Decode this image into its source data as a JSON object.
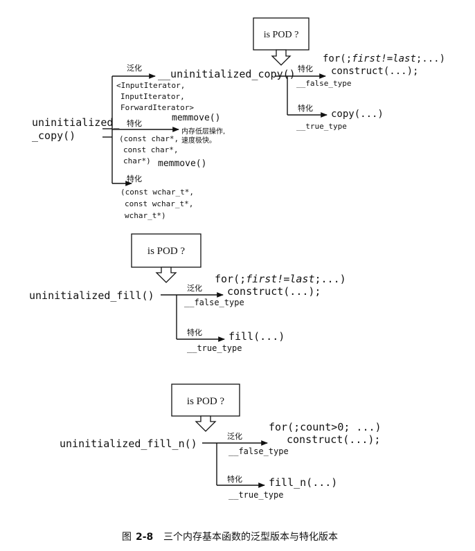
{
  "diagram_copy": {
    "is_pod": "is POD ?",
    "func_line1": "uninitialized_",
    "func_line2": "_copy()",
    "generalize_label": "泛化",
    "generic_func": "__uninitialized_copy()",
    "template_params": [
      "<InputIterator,",
      "InputIterator,",
      "ForwardIterator>"
    ],
    "false_label": "特化",
    "false_code_line1_a": "for(;",
    "false_code_line1_b": "first!=last",
    "false_code_line1_c": ";...)",
    "false_code_line2": "construct(...);",
    "false_type": "__false_type",
    "true_label": "特化",
    "true_code": "copy(...)",
    "true_type": "__true_type",
    "spec1_label": "特化",
    "memmove_top": "memmove()",
    "memmove_note_line1": "内存低层操作,",
    "memmove_note_line2": "速度极快。",
    "spec1_params": [
      "(const char*,",
      "const char*,",
      "char*)"
    ],
    "memmove_bottom": "memmove()",
    "spec2_label": "特化",
    "spec2_params": [
      "(const wchar_t*,",
      "const wchar_t*,",
      "wchar_t*)"
    ]
  },
  "diagram_fill": {
    "is_pod": "is POD ?",
    "func": "uninitialized_fill()",
    "false_label": "泛化",
    "false_code_line1_a": "for(;",
    "false_code_line1_b": "first!=last",
    "false_code_line1_c": ";...)",
    "false_code_line2": "construct(...);",
    "false_type": "__false_type",
    "true_label": "特化",
    "true_code": "fill(...)",
    "true_type": "__true_type"
  },
  "diagram_fill_n": {
    "is_pod": "is POD ?",
    "func": "uninitialized_fill_n()",
    "false_label": "泛化",
    "false_code_line1": "for(;count>0; ...)",
    "false_code_line2": "construct(...);",
    "false_type": "__false_type",
    "true_label": "特化",
    "true_code": "fill_n(...)",
    "true_type": "__true_type"
  },
  "caption": {
    "figure_prefix": "图",
    "figure_number": "2-8",
    "text": "三个内存基本函数的泛型版本与特化版本"
  }
}
